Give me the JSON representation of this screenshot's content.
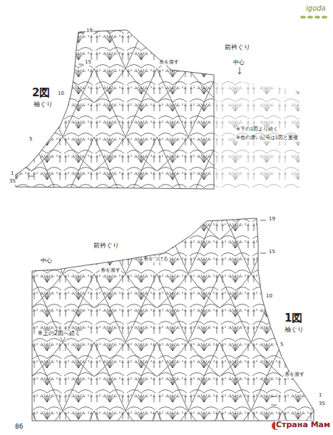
{
  "diagram": {
    "labels": [
      "igoda",
      "2図",
      "袖ぐり",
      "前衿ぐり",
      "中心",
      "糸を渡す",
      "※下の1図より続く",
      "※色の濃い記号は1図と重複",
      "19",
      "15",
      "10",
      "5",
      "1",
      "35",
      "前衿ぐり",
      "中心",
      "糸を渡す",
      "糸をつける",
      "※上の2図へ続く",
      "1図",
      "袖ぐり",
      "19",
      "15",
      "10",
      "5",
      "1",
      "35",
      "糸を渡す",
      "86",
      "Страна Мам"
    ]
  }
}
